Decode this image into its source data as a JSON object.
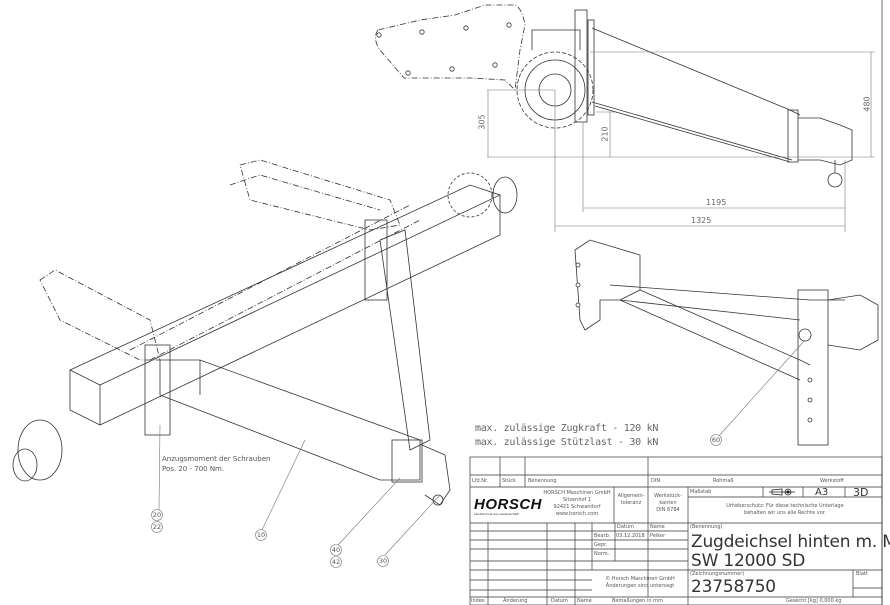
{
  "dimensions": {
    "d305": "305",
    "d210": "210",
    "d480": "480",
    "d1195": "1195",
    "d1325": "1325"
  },
  "notes": {
    "max_zugkraft": "max. zulässige Zugkraft - 120 kN",
    "max_stuetzlast": "max. zulässige Stützlast -  30 kN",
    "torque_line1": "Anzugsmoment der Schrauben",
    "torque_line2": "Pos. 20 - 700 Nm."
  },
  "balloons": [
    "20",
    "22",
    "10",
    "40",
    "42",
    "30",
    "60"
  ],
  "title_block": {
    "col_lfd_nr": "Lfd.Nr.",
    "col_stueck": "Stück",
    "col_benennung": "Benennung",
    "col_din": "DIN",
    "col_rohmass": "Rohmaß",
    "col_werkstoff": "Werkstoff",
    "logo": "HORSCH",
    "logo_sub": "Landtechnik aus Leidenschaft",
    "company_lines": [
      "HORSCH Maschinen GmbH",
      "Sitzenhof 1",
      "92421 Schwandorf",
      "www.horsch.com"
    ],
    "allg_toleranz": [
      "Allgemein-",
      "toleranz"
    ],
    "werkstueckkanten": [
      "Werkstück-",
      "kanten",
      "DIN 6784"
    ],
    "massstab_label": "Maßstab",
    "format": "A3",
    "view": "3D",
    "copyright_note": [
      "Urheberschutz: Für diese technische Unterlage",
      "behalten wir uns alle Rechte vor."
    ],
    "datum_label": "Datum",
    "name_label": "Name",
    "bearb_label": "Bearb.",
    "gepr_label": "Gepr.",
    "norm_label": "Norm.",
    "bearb_datum": "03.12.2018",
    "bearb_name": "Peiker",
    "benennung_label": "(Benennung)",
    "title_line1": "Zugdeichsel hinten m. Montageteile",
    "title_line2": "SW 12000 SD",
    "zeichnungsnummer_label": "(Zeichnungsnummer)",
    "drawing_number": "23758750",
    "blatt_label": "Blatt",
    "horsch_copyright": [
      "© Horsch Maschinen GmbH",
      "Änderungen sind untersagt"
    ],
    "index_label": "Index",
    "aenderung_label": "Änderung",
    "datum2_label": "Datum",
    "name2_label": "Name",
    "bemassungen": "Bemaßungen in mm",
    "gewicht": "Gewicht [kg] 0,000 kg"
  }
}
